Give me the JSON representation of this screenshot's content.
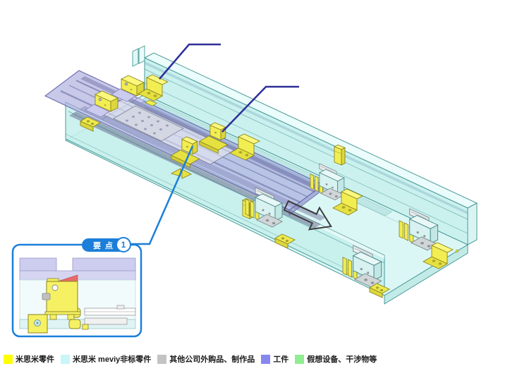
{
  "figure": {
    "title_hint": "isometric-assembly-illustration",
    "keypoint": {
      "label": "要点",
      "number": "1"
    },
    "direction_arrow": "down-right",
    "colors": {
      "misumi_part": "#ffff00",
      "meviy_part": "#c9f6f6",
      "other_part": "#c3c3c3",
      "workpiece": "#8787f0",
      "imaginary": "#90ee90",
      "callout_navy": "#2e2e99",
      "callout_blue": "#1b7fd9"
    }
  },
  "legend": {
    "items": [
      {
        "label": "米思米零件",
        "color": "#ffff00"
      },
      {
        "label": "米思米 meviy非标零件",
        "color": "#c9f6f6"
      },
      {
        "label": "其他公司外购品、制作品",
        "color": "#c3c3c3"
      },
      {
        "label": "工件",
        "color": "#8787f0"
      },
      {
        "label": "假想设备、干涉物等",
        "color": "#90ee90"
      }
    ]
  }
}
